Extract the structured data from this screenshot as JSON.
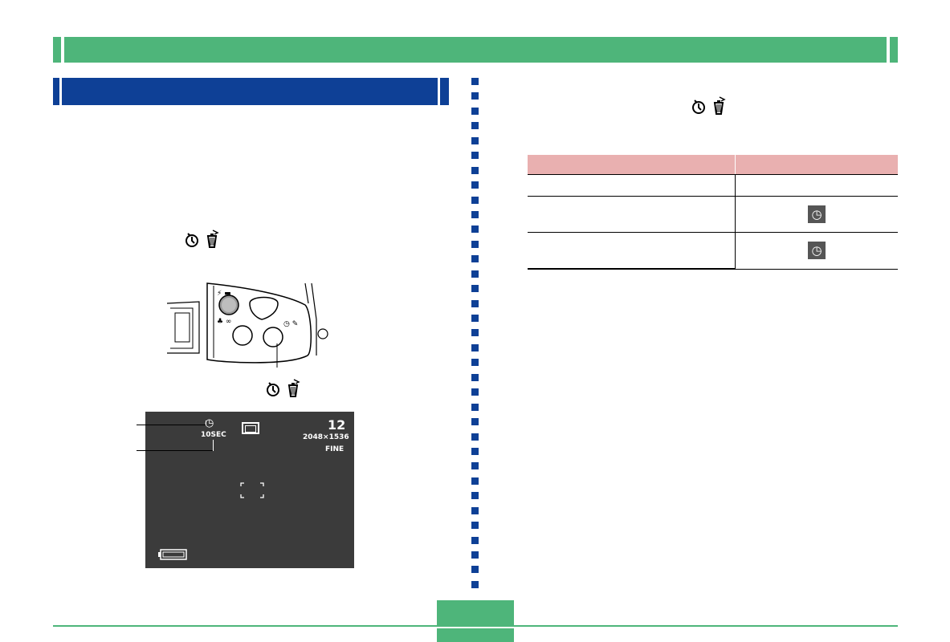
{
  "icons": {
    "timer_glyph": "◷",
    "delete_glyph": "✘"
  },
  "table": {
    "headers": [
      "",
      ""
    ],
    "rows": [
      {
        "col1": "",
        "col2_icon": false
      },
      {
        "col1": "",
        "col2_icon": true
      },
      {
        "col1": "",
        "col2_icon": true
      }
    ]
  },
  "lcd": {
    "timer_label": "10SEC",
    "shots_remaining": "12",
    "resolution": "2048×1536",
    "quality": "FINE"
  },
  "colors": {
    "header_green": "#4eb57a",
    "section_blue": "#0e4096",
    "table_header_pink": "#e9b0b0",
    "lcd_background": "#3b3b3b"
  }
}
